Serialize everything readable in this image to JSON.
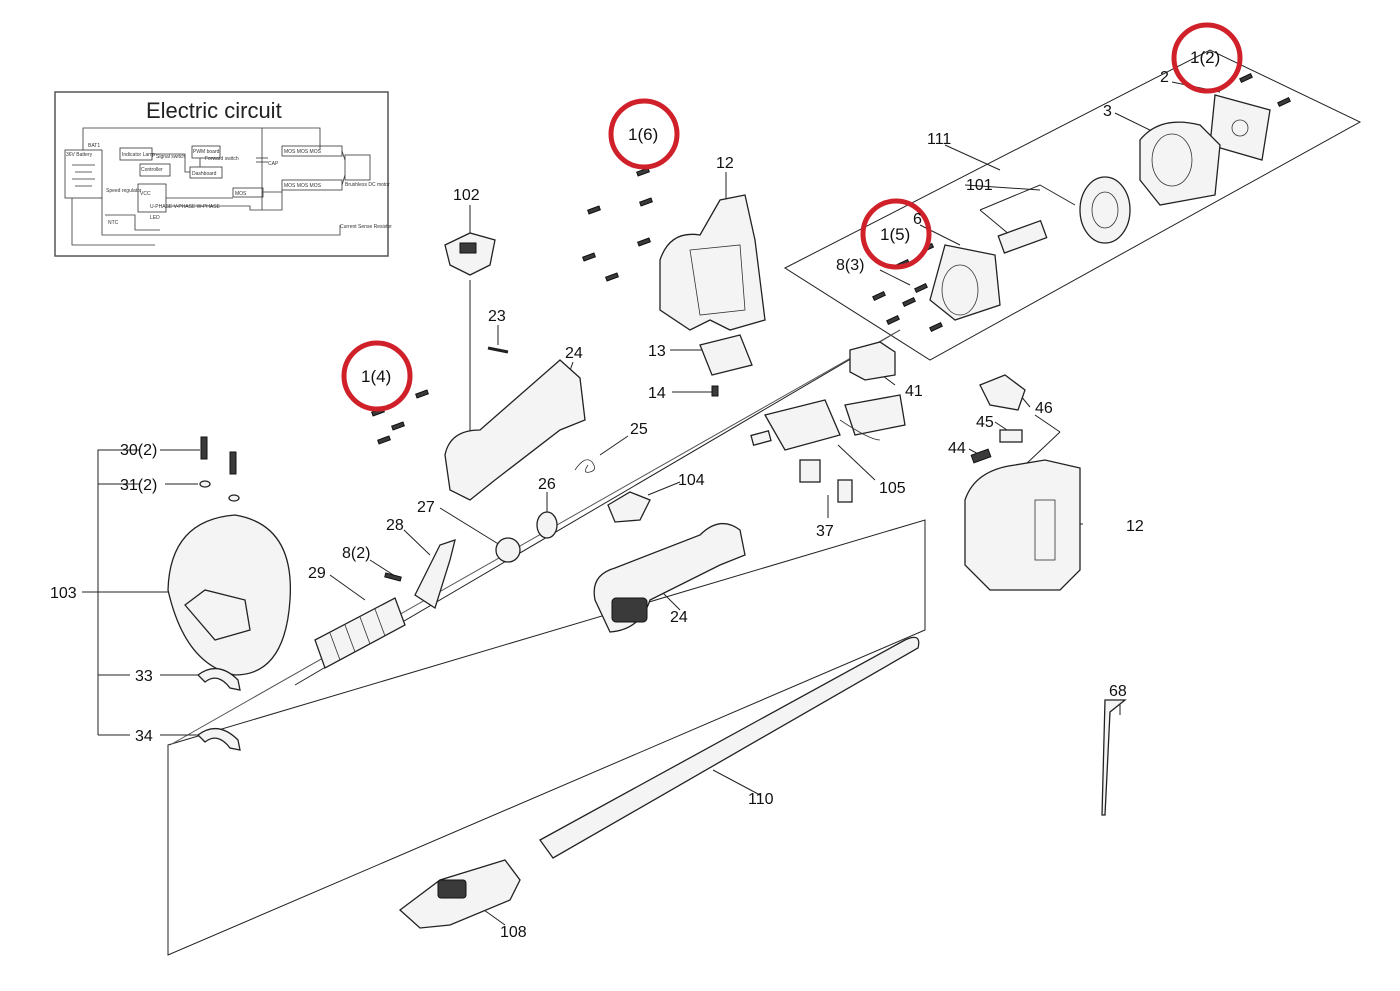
{
  "inset": {
    "title": "Electric circuit",
    "labels": [
      "BAT1",
      "36V Battery",
      "Signal switch",
      "Indicator Lamp",
      "PWM board",
      "Forward switch",
      "Dashboard",
      "Controller",
      "Speed regulator",
      "MOS",
      "CAP",
      "Brushless DC motor",
      "Current Sense Resistor",
      "NTC",
      "VCC",
      "U-PHASE",
      "V-PHASE",
      "W-PHASE",
      "LED"
    ]
  },
  "labels": {
    "c12": "1(2)",
    "c16": "1(6)",
    "c15": "1(5)",
    "c14": "1(4)",
    "l2": "2",
    "l3": "3",
    "l111": "111",
    "l101": "101",
    "l6": "6",
    "l8_3": "8(3)",
    "l12a": "12",
    "l13": "13",
    "l14": "14",
    "l102": "102",
    "l23": "23",
    "l24a": "24",
    "l25": "25",
    "l41": "41",
    "l46": "46",
    "l45": "45",
    "l44": "44",
    "l105": "105",
    "l37": "37",
    "l104": "104",
    "l26": "26",
    "l27": "27",
    "l28": "28",
    "l8_2": "8(2)",
    "l29": "29",
    "l30_2": "30(2)",
    "l31_2": "31(2)",
    "l103": "103",
    "l33": "33",
    "l34": "34",
    "l24b": "24",
    "l12b": "12",
    "l68": "68",
    "l110": "110",
    "l108": "108"
  },
  "colors": {
    "highlight": "#d0202a",
    "line": "#222222"
  }
}
